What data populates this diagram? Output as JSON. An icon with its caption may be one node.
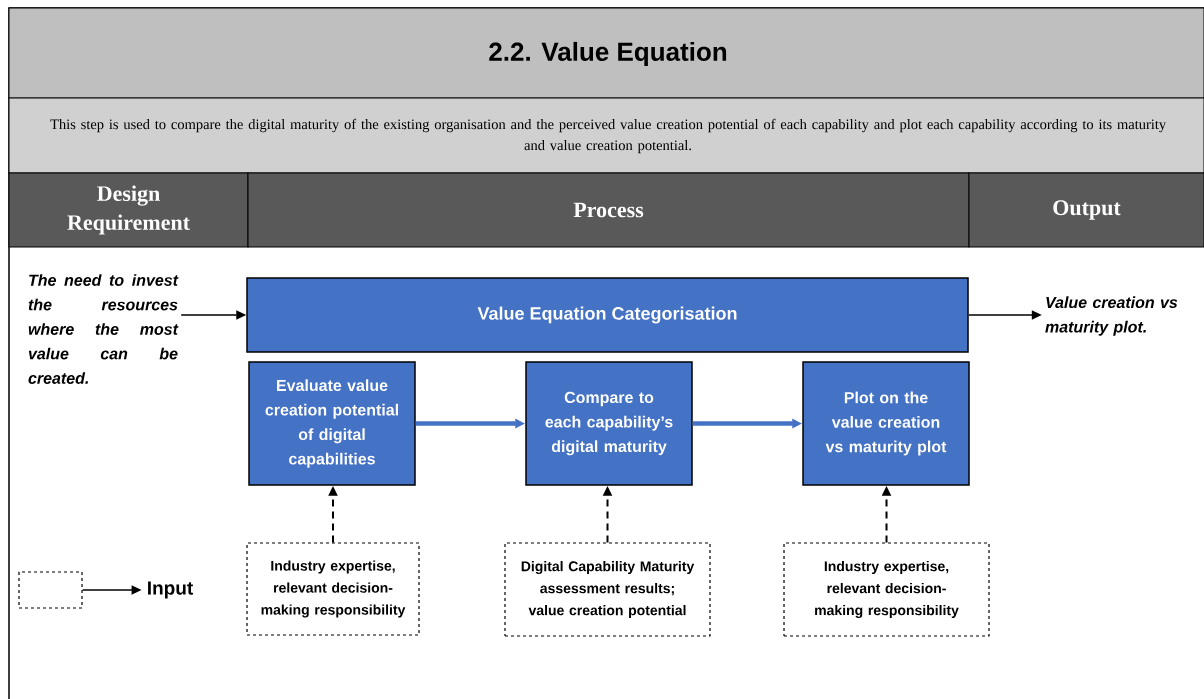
{
  "diagram": {
    "title": "2.2. Value Equation",
    "nodes": [
      {
        "text": [
          "The need to invest the resources where the most value can be created."
        ]
      },
      {
        "text": [
          "Value Equation Categorisation"
        ]
      },
      {
        "text": [
          "Evaluate value creation potential of digital capabilities"
        ]
      },
      {
        "text": [
          "Compare to each capability’s digital maturity"
        ]
      },
      {
        "text": [
          "Plot on the value creation vs maturity plot"
        ]
      },
      {
        "text": [
          "Value creation vs maturity plot."
        ]
      },
      {
        "text": [
          "Industry expertise, relevant decision-making responsibility"
        ]
      },
      {
        "text": [
          "Digital Capability Maturity assessment results; value creation potential"
        ]
      },
      {
        "text": [
          "Industry expertise, relevant decision-making responsibility"
        ]
      },
      {
        "text": [],
        "shape": "box"
      },
      {
        "text": [
          "Input"
        ]
      }
    ],
    "edges": [
      {
        "from": 0,
        "to": 1,
        "arrow": "to"
      },
      {
        "from": 1,
        "to": 5,
        "arrow": "to"
      },
      {
        "from": 2,
        "to": 3,
        "arrow": "to",
        "style": "thick",
        "color": "#4472c4"
      },
      {
        "from": 3,
        "to": 4,
        "arrow": "to",
        "style": "thick",
        "color": "#4472c4"
      },
      {
        "from": 6,
        "to": 2,
        "arrow": "to",
        "style": "dashed"
      },
      {
        "from": 7,
        "to": 3,
        "arrow": "to",
        "style": "dashed"
      },
      {
        "from": 8,
        "to": 4,
        "arrow": "to",
        "style": "dashed"
      },
      {
        "from": 9,
        "to": 10,
        "arrow": "to"
      }
    ],
    "labels": [
      "This step is used to compare the digital maturity of the existing organisation and the perceived value creation potential of each capability and plot each capability according to its maturity and value creation potential.",
      "Design Requirement",
      "Process",
      "Output"
    ]
  }
}
